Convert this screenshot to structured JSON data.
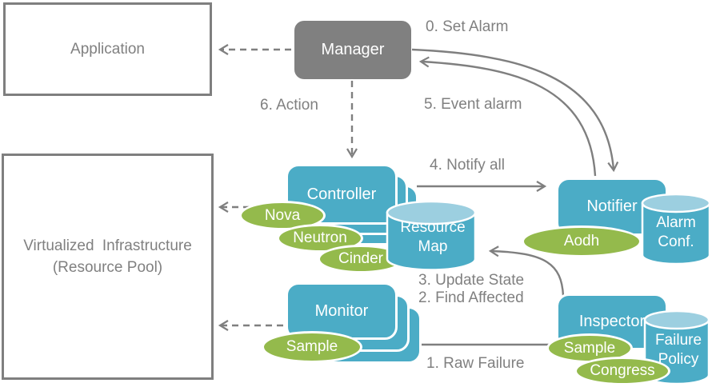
{
  "nodes": {
    "application": {
      "label": "Application"
    },
    "virtualized_infrastructure": {
      "line1": "Virtualized Infrastructure",
      "line2": "(Resource Pool)"
    },
    "manager": {
      "label": "Manager"
    },
    "controller": {
      "label": "Controller"
    },
    "monitor": {
      "label": "Monitor"
    },
    "notifier": {
      "label": "Notifier"
    },
    "inspector": {
      "label": "Inspector"
    }
  },
  "datastores": {
    "resource_map": {
      "line1": "Resource",
      "line2": "Map"
    },
    "alarm_conf": {
      "line1": "Alarm",
      "line2": "Conf."
    },
    "failure_policy": {
      "line1": "Failure",
      "line2": "Policy"
    }
  },
  "plugins": {
    "nova": "Nova",
    "neutron": "Neutron",
    "cinder": "Cinder",
    "monitor_sample": "Sample",
    "aodh": "Aodh",
    "inspector_sample": "Sample",
    "congress": "Congress"
  },
  "flow_labels": {
    "set_alarm": "0. Set Alarm",
    "event_alarm": "5. Event alarm",
    "action": "6. Action",
    "notify_all": "4. Notify all",
    "update_state": "3. Update State",
    "find_affected": "2. Find Affected",
    "raw_failure": "1. Raw Failure"
  },
  "colors": {
    "node_blue": "#4BACC6",
    "cylinder_top": "#9CCFE0",
    "plugin_green": "#94BA4C",
    "manager_gray": "#808080",
    "line_gray": "#7F7F7F",
    "text_gray": "#808080"
  }
}
